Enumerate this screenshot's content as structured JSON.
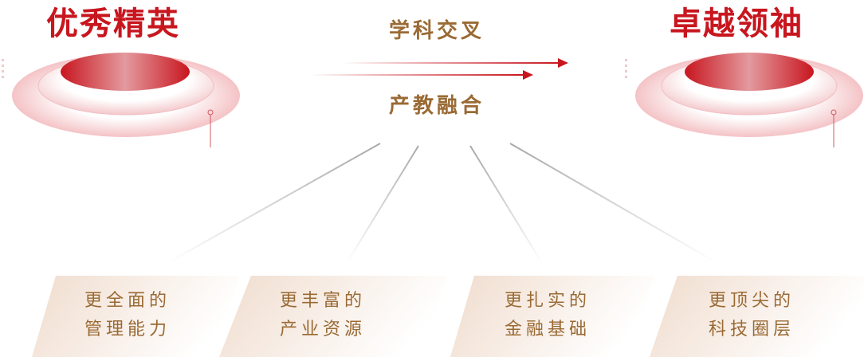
{
  "left_stage": {
    "title": "优秀精英",
    "icon": "platform-disc-icon"
  },
  "right_stage": {
    "title": "卓越领袖",
    "icon": "platform-disc-icon"
  },
  "center": {
    "top_label": "学科交叉",
    "bottom_label": "产教融合",
    "arrows": [
      "arrow-right-icon",
      "arrow-right-icon"
    ]
  },
  "cards": [
    {
      "line1": "更全面的",
      "line2": "管理能力"
    },
    {
      "line1": "更丰富的",
      "line2": "产业资源"
    },
    {
      "line1": "更扎实的",
      "line2": "金融基础"
    },
    {
      "line1": "更顶尖的",
      "line2": "科技圈层"
    }
  ],
  "colors": {
    "title_red": "#c8161f",
    "label_gold": "#9a6a34",
    "arrow_red": "#c8161f",
    "card_bg": "#f2e0d4",
    "ray_gray": "#a8a8a8"
  }
}
